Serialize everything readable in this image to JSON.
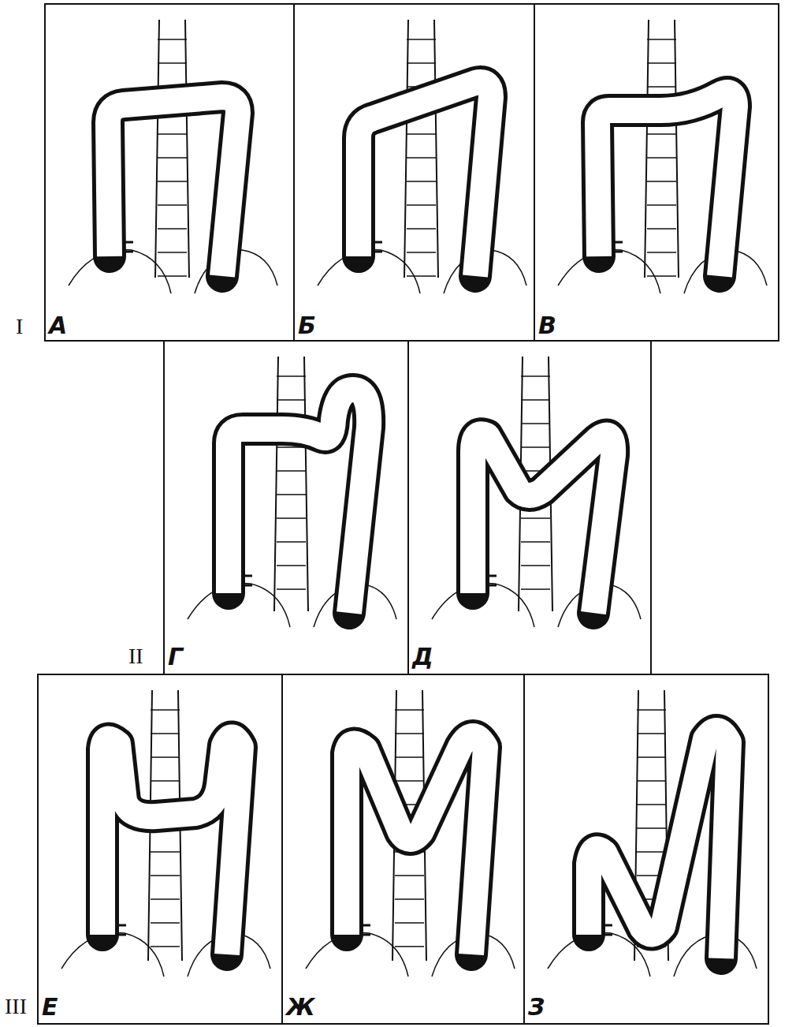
{
  "diagram": {
    "labels": [
      "I",
      "А",
      "Б",
      "В",
      "II",
      "Г",
      "Д",
      "III",
      "Е",
      "Ж",
      "З"
    ]
  }
}
